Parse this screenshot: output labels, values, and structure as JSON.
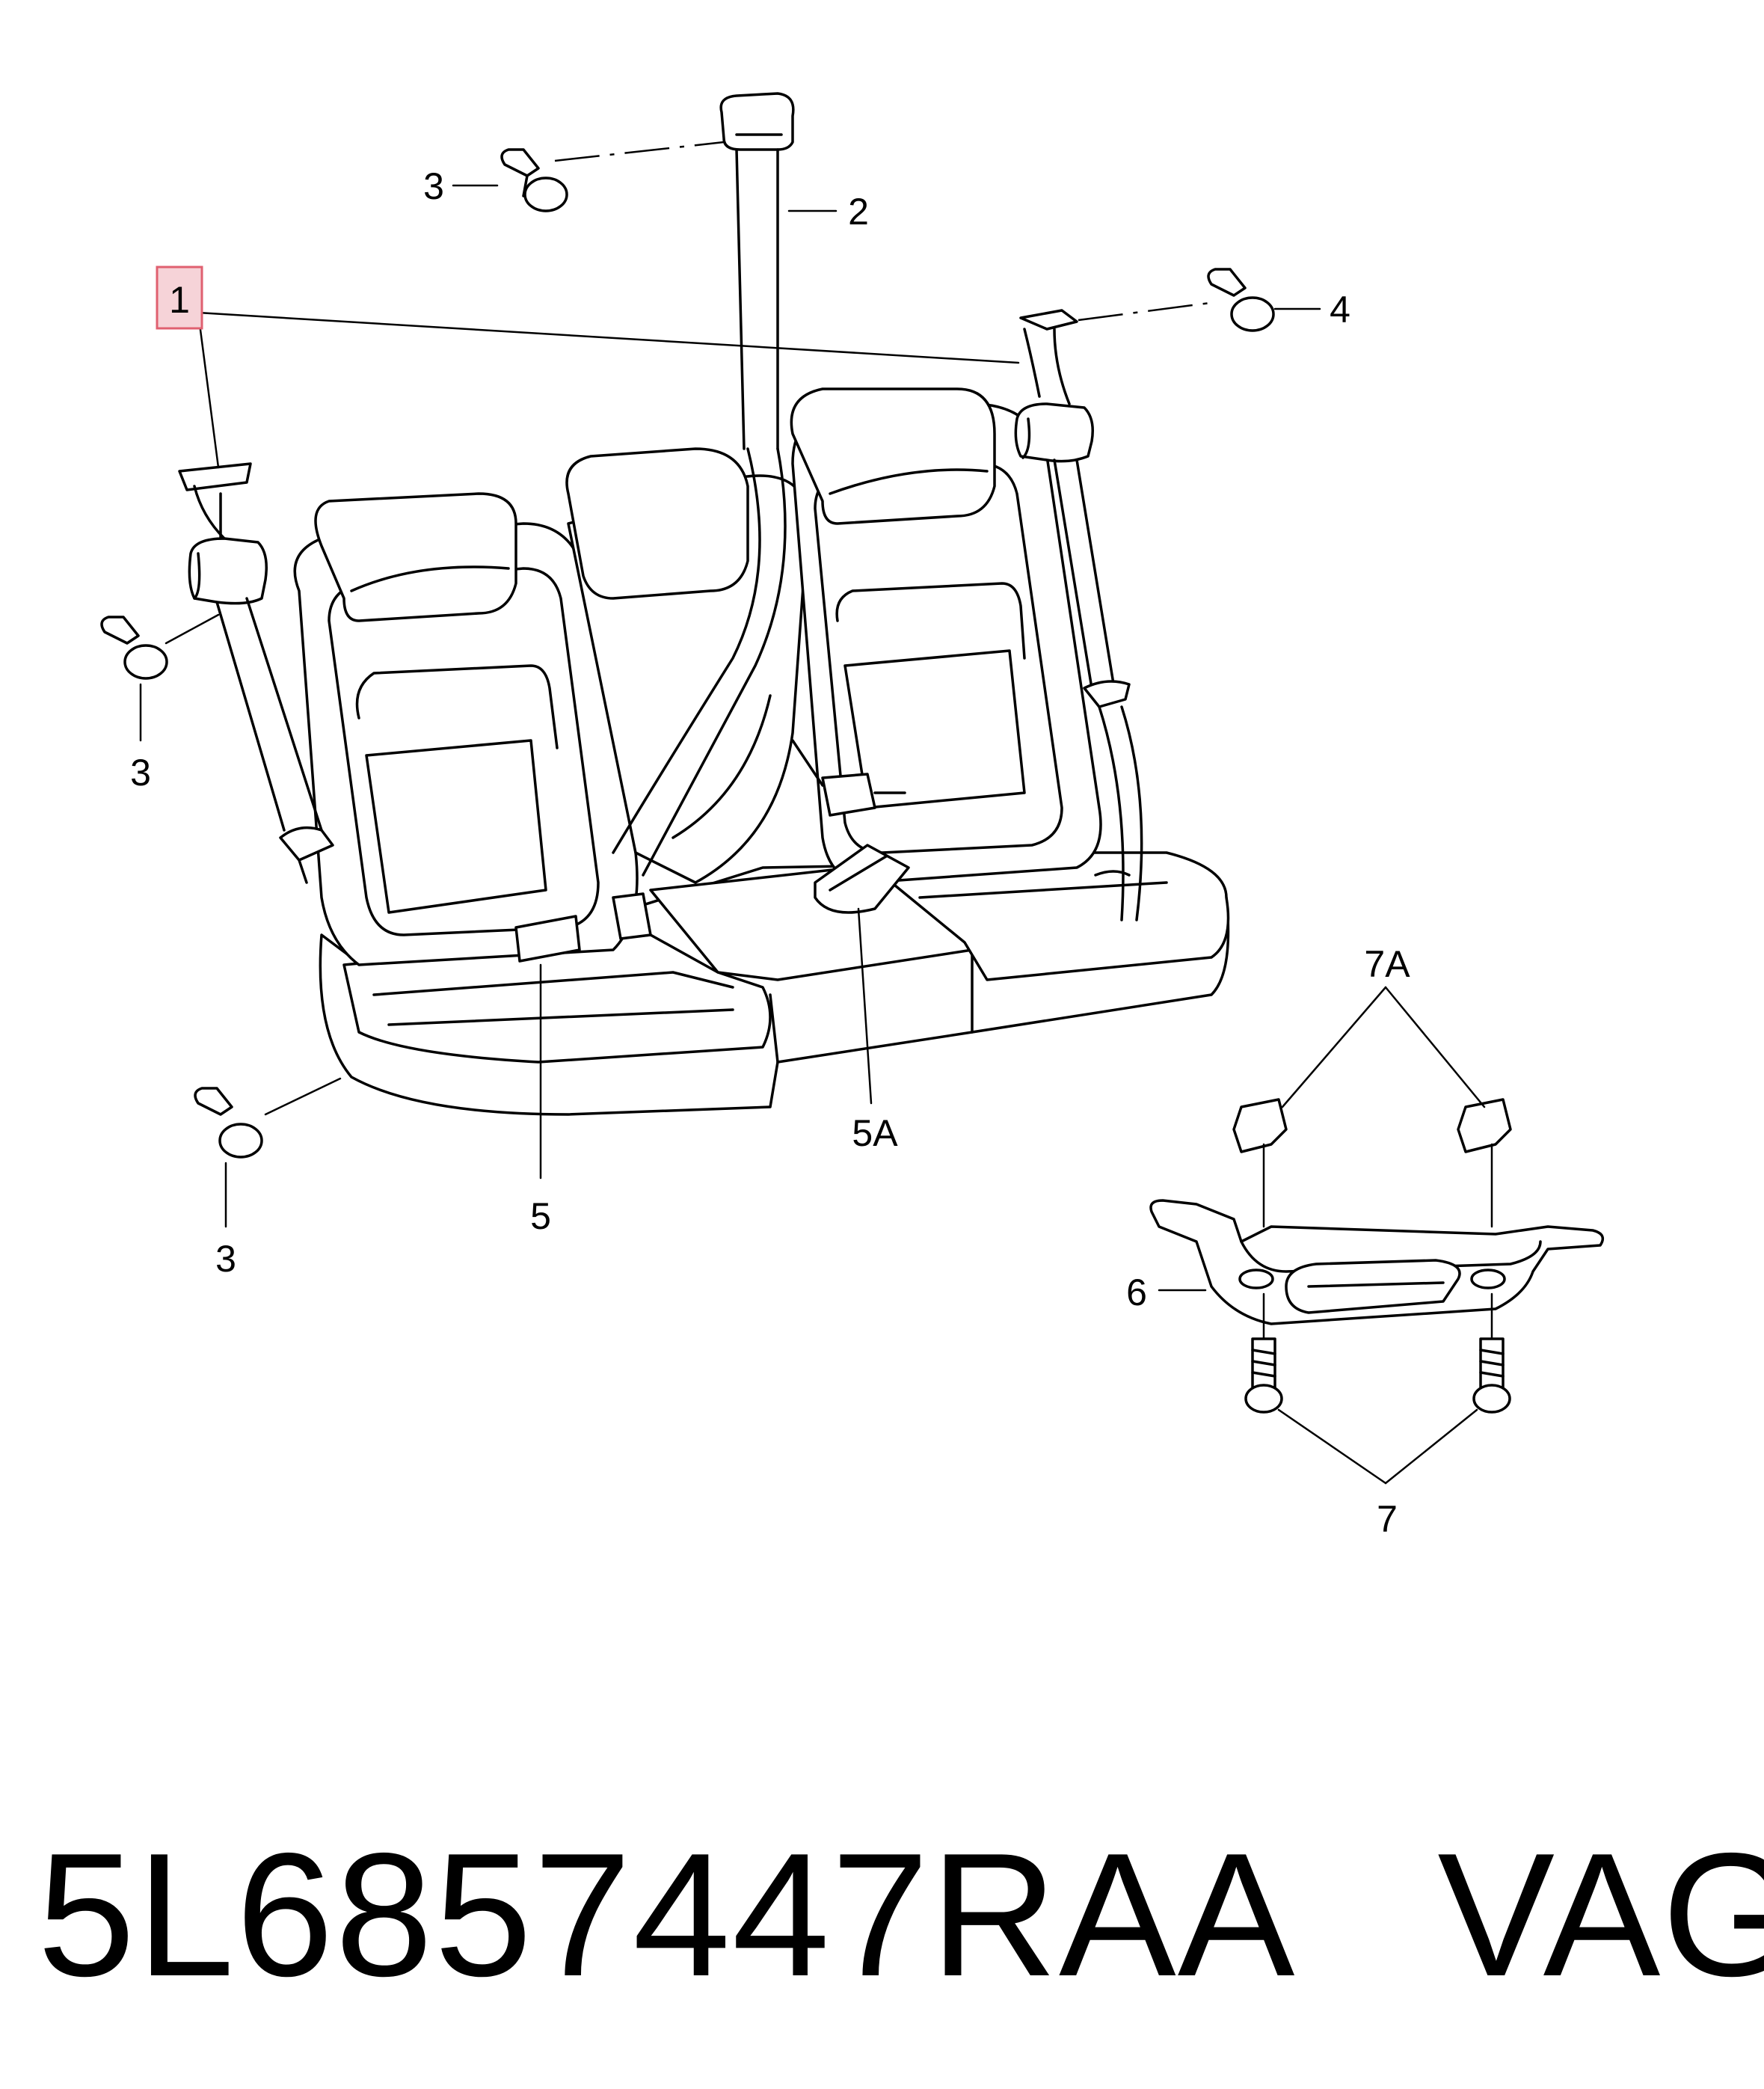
{
  "callouts": {
    "c1": "1",
    "c2": "2",
    "c3": "3",
    "c4": "4",
    "c5": "5",
    "c5a": "5A",
    "c6": "6",
    "c7": "7",
    "c7a": "7A"
  },
  "highlight_color": "#f6d3d8",
  "caption": {
    "part_number": "5L6857447RAA",
    "brand": "VAG"
  }
}
